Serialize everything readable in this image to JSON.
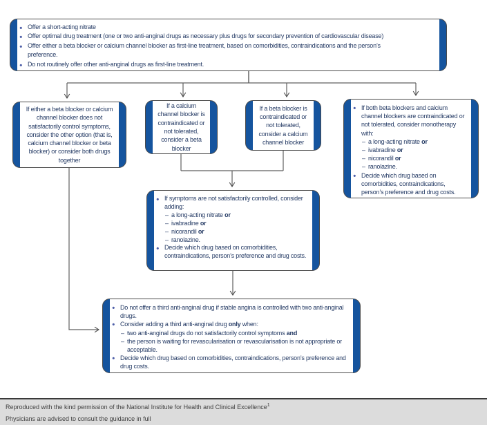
{
  "colors": {
    "edge_blue": "#15549e",
    "bullet_blue": "#4e5fa8",
    "text_navy": "#243a64",
    "box_border": "#4a4a4a",
    "connector_gray": "#5f5f5f",
    "footer_band": "#dcdcdc",
    "footer_text": "#3f3f3f"
  },
  "boxes": {
    "top": {
      "items": [
        {
          "type": "bullet",
          "segments": [
            {
              "text": "Offer a short-acting nitrate"
            }
          ]
        },
        {
          "type": "bullet",
          "segments": [
            {
              "text": "Offer optimal drug treatment (one or two anti-anginal drugs as necessary plus drugs for secondary prevention of cardiovascular disease)"
            }
          ]
        },
        {
          "type": "bullet",
          "segments": [
            {
              "text": "Offer either a beta blocker or calcium channel blocker as first-line treatment, based on comorbidities, contraindications and the person’s"
            },
            {
              "br": true
            },
            {
              "text": "preference."
            }
          ]
        },
        {
          "type": "bullet",
          "segments": [
            {
              "text": "Do not routinely offer other anti-anginal drugs as first-line treatment."
            }
          ]
        }
      ]
    },
    "either": {
      "text": "If either a beta blocker or calcium channel blocker does not satisfactorily control symptoms, consider the other option (that is, calcium channel blocker or beta blocker) or consider both drugs together"
    },
    "ccb_contra": {
      "text": "If a calcium channel blocker is contraindicated or not tolerated, consider a beta blocker"
    },
    "bb_contra": {
      "text": "If a beta blocker is contraindicated or not tolerated, consider a calcium channel blocker"
    },
    "both_contra": {
      "items": [
        {
          "type": "bullet",
          "segments": [
            {
              "text": "If both beta blockers and calcium channel blockers are contraindicated or not tolerated, consider monotherapy with:"
            }
          ]
        },
        {
          "type": "dash",
          "segments": [
            {
              "text": "a long-acting nitrate "
            },
            {
              "text": "or",
              "bold": true
            }
          ]
        },
        {
          "type": "dash",
          "segments": [
            {
              "text": "ivabradine "
            },
            {
              "text": "or",
              "bold": true
            }
          ]
        },
        {
          "type": "dash",
          "segments": [
            {
              "text": "nicorandil "
            },
            {
              "text": "or",
              "bold": true
            }
          ]
        },
        {
          "type": "dash",
          "segments": [
            {
              "text": "ranolazine."
            }
          ]
        },
        {
          "type": "bullet",
          "segments": [
            {
              "text": "Decide which drug based on comorbidities, contraindications, person’s preference and drug costs."
            }
          ]
        }
      ]
    },
    "symptoms": {
      "items": [
        {
          "type": "bullet",
          "segments": [
            {
              "text": "If symptoms are not satisfactorily controlled, consider adding:"
            }
          ]
        },
        {
          "type": "dash",
          "segments": [
            {
              "text": "a long-acting nitrate "
            },
            {
              "text": "or",
              "bold": true
            }
          ]
        },
        {
          "type": "dash",
          "segments": [
            {
              "text": "ivabradine "
            },
            {
              "text": "or",
              "bold": true
            }
          ]
        },
        {
          "type": "dash",
          "segments": [
            {
              "text": "nicorandil "
            },
            {
              "text": "or",
              "bold": true
            }
          ]
        },
        {
          "type": "dash",
          "segments": [
            {
              "text": "ranolazine."
            }
          ]
        },
        {
          "type": "bullet",
          "segments": [
            {
              "text": "Decide which drug based on comorbidities, contraindications, person’s preference and drug costs."
            }
          ]
        }
      ]
    },
    "third_drug": {
      "items": [
        {
          "type": "bullet",
          "segments": [
            {
              "text": "Do not offer a third anti-anginal drug if stable angina is controlled with two anti-anginal drugs."
            }
          ]
        },
        {
          "type": "bullet",
          "segments": [
            {
              "text": "Consider adding a third anti-anginal drug "
            },
            {
              "text": "only",
              "bold": true
            },
            {
              "text": " when:"
            }
          ]
        },
        {
          "type": "dash",
          "segments": [
            {
              "text": "two anti-anginal drugs do not satisfactorily control symptoms "
            },
            {
              "text": "and",
              "bold": true
            }
          ]
        },
        {
          "type": "dash",
          "segments": [
            {
              "text": "the person is waiting for revascularisation or revascularisation is not appropriate or acceptable."
            }
          ]
        },
        {
          "type": "bullet",
          "segments": [
            {
              "text": "Decide which drug based on comorbidities, contraindications, person’s preference and drug costs."
            }
          ]
        }
      ]
    }
  },
  "footer": {
    "line1": "Reproduced with the kind permission of the National Institute for Health and Clinical Excellence",
    "sup": "1",
    "line2": "Physicians are advised to consult the guidance in full"
  }
}
